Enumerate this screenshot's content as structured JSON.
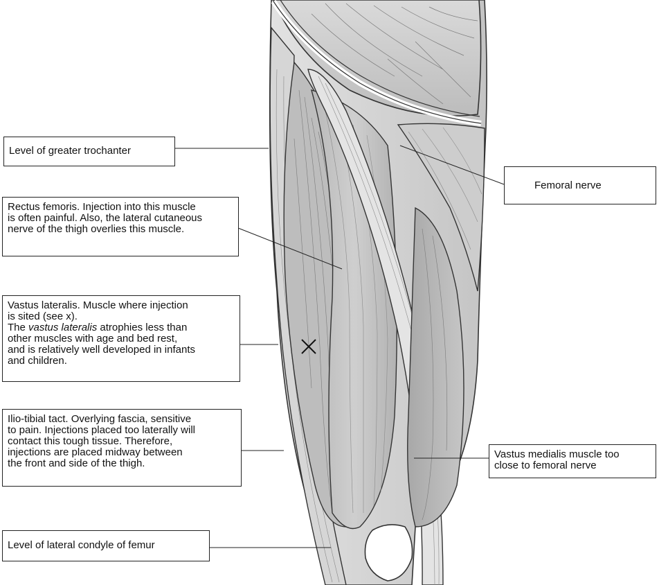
{
  "labels": {
    "greater_trochanter": [
      "Level of greater trochanter"
    ],
    "femoral_nerve": [
      "Femoral nerve"
    ],
    "rectus_femoris": [
      "Rectus femoris. Injection into this muscle",
      "is often painful. Also, the lateral cutaneous",
      "nerve of the thigh overlies this muscle."
    ],
    "vastus_lateralis": {
      "line1": "Vastus lateralis. Muscle where injection",
      "line2": "is sited (see x).",
      "line3_pre": "The ",
      "line3_italic": "vastus lateralis",
      "line3_post": " atrophies less than",
      "line4": "other muscles with age and bed rest,",
      "line5": "and is relatively well developed in infants",
      "line6": "and children."
    },
    "ilio_tibial": [
      "Ilio-tibial tact. Overlying fascia, sensitive",
      "to pain. Injections placed too laterally will",
      "contact this tough tissue. Therefore,",
      "injections are placed midway between",
      "the front and side of the thigh."
    ],
    "vastus_medialis": [
      "Vastus medialis muscle too",
      "close to femoral nerve"
    ],
    "lateral_condyle": [
      "Level of lateral condyle of femur"
    ]
  },
  "injection_mark": "injection-site-x",
  "colors": {
    "muscle_fill": "#c8c8c8",
    "muscle_dark": "#a9a9a9",
    "muscle_light": "#dcdcdc",
    "outline": "#333333",
    "background": "#ffffff"
  }
}
